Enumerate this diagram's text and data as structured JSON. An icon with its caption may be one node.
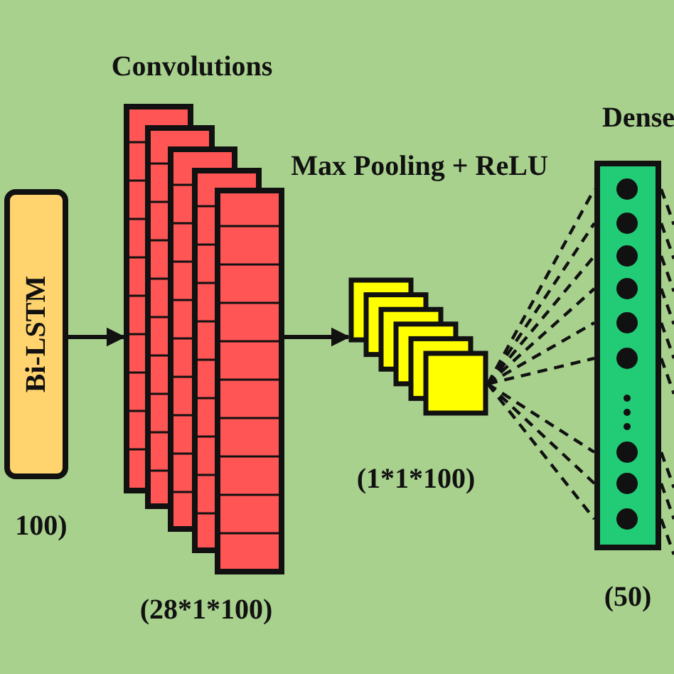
{
  "diagram": {
    "nodes": [
      {
        "text": [
          "Bi-LSTM"
        ],
        "beside": [
          "100)"
        ]
      },
      {
        "text": [
          "Convolutions"
        ],
        "beside": [
          "(28*1*100)"
        ]
      },
      {
        "text": [
          "Max Pooling + ReLU"
        ],
        "beside": [
          "(1*1*100)"
        ]
      },
      {
        "text": [
          "Dense"
        ],
        "beside": [
          "(50)"
        ]
      }
    ],
    "edges": [
      {
        "from": 0,
        "to": 1,
        "arrow": "to"
      },
      {
        "from": 1,
        "to": 2,
        "arrow": "to"
      },
      {
        "from": 2,
        "to": 3,
        "arrow": "none",
        "style": "dashed"
      },
      {
        "from": 3,
        "to": null,
        "arrow": "none",
        "style": "dashed"
      }
    ]
  }
}
